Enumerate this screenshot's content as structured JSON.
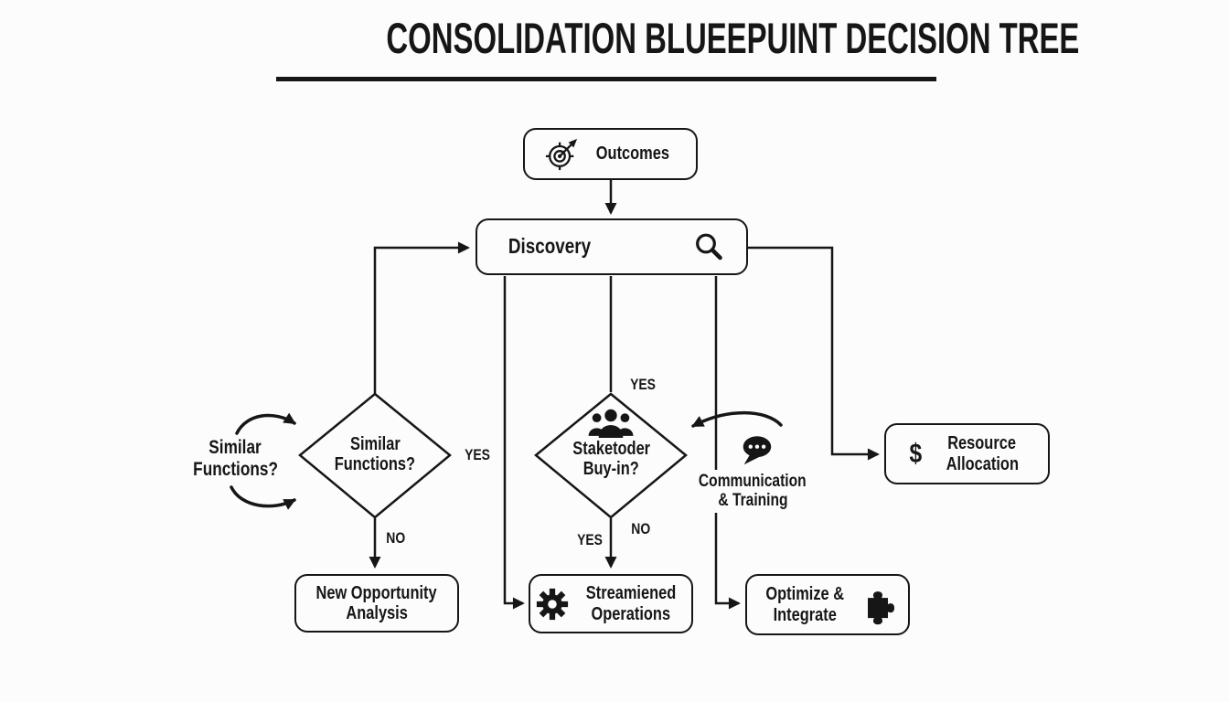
{
  "title": "CONSOLIDATION BLUEEPUINT DECISION TREE",
  "nodes": {
    "outcomes": {
      "label": "Outcomes"
    },
    "discovery": {
      "label": "Discovery"
    },
    "similar_functions_diamond": {
      "line1": "Similar",
      "line2": "Functions?"
    },
    "stakeholder_diamond": {
      "line1": "Staketoder",
      "line2": "Buy-in?"
    },
    "resource_allocation": {
      "line1": "Resource",
      "line2": "Allocation",
      "dollar": "$"
    },
    "new_opportunity": {
      "line1": "New Opportunity",
      "line2": "Analysis"
    },
    "streamlined_operations": {
      "line1": "Streamiened",
      "line2": "Operations"
    },
    "optimize_integrate": {
      "line1": "Optimize &",
      "line2": "Integrate"
    }
  },
  "callouts": {
    "similar_functions": {
      "line1": "Similar",
      "line2": "Functions?"
    },
    "communication_training": {
      "line1": "Communication",
      "line2": "& Training"
    }
  },
  "edge_labels": {
    "similar_yes": "YES",
    "similar_no": "NO",
    "stakeholder_entry_yes": "YES",
    "stakeholder_yes": "YES",
    "stakeholder_no": "NO"
  },
  "icons": {
    "outcomes": "target-icon",
    "discovery": "magnifier-icon",
    "stakeholder": "people-icon",
    "communication": "speech-bubble-icon",
    "resource_allocation": "dollar-icon",
    "streamlined_operations": "gear-icon",
    "optimize_integrate": "puzzle-icon"
  },
  "colors": {
    "ink": "#161616",
    "background": "#fcfcfc"
  }
}
